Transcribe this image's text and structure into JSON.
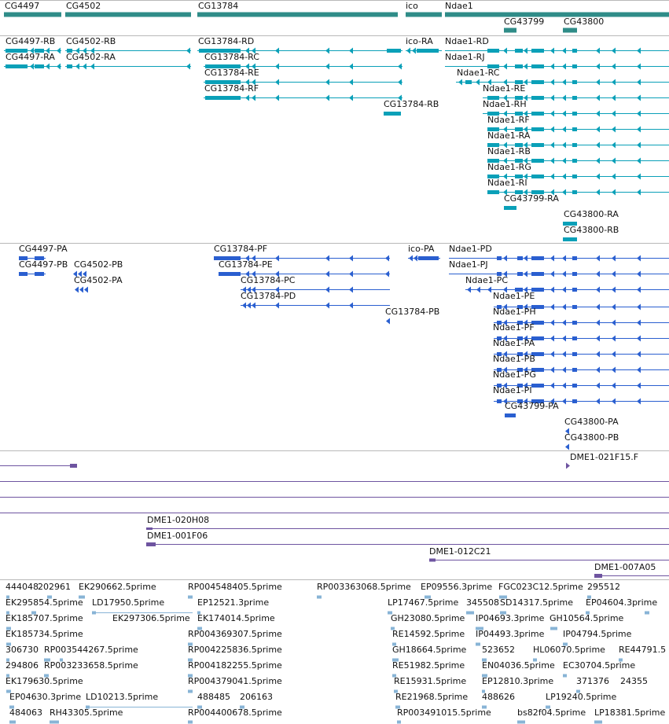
{
  "colors": {
    "gene": "#2f8c88",
    "transcript": "#0aa0b8",
    "protein": "#2a5fd0",
    "clone": "#6e54a0",
    "est": "#88b4d6",
    "separator": "#b8b8b8"
  },
  "genes": [
    {
      "label": "CG4497"
    },
    {
      "label": "CG4502"
    },
    {
      "label": "CG13784"
    },
    {
      "label": "ico"
    },
    {
      "label": "Ndae1"
    },
    {
      "label": "CG43799"
    },
    {
      "label": "CG43800"
    }
  ],
  "transcripts": [
    {
      "label": "CG4497-RB"
    },
    {
      "label": "CG4497-RA"
    },
    {
      "label": "CG4502-RB"
    },
    {
      "label": "CG4502-RA"
    },
    {
      "label": "CG13784-RD"
    },
    {
      "label": "CG13784-RC"
    },
    {
      "label": "CG13784-RE"
    },
    {
      "label": "CG13784-RF"
    },
    {
      "label": "CG13784-RB"
    },
    {
      "label": "ico-RA"
    },
    {
      "label": "Ndae1-RD"
    },
    {
      "label": "Ndae1-RJ"
    },
    {
      "label": "Ndae1-RC"
    },
    {
      "label": "Ndae1-RE"
    },
    {
      "label": "Ndae1-RH"
    },
    {
      "label": "Ndae1-RF"
    },
    {
      "label": "Ndae1-RA"
    },
    {
      "label": "Ndae1-RB"
    },
    {
      "label": "Ndae1-RG"
    },
    {
      "label": "Ndae1-RI"
    },
    {
      "label": "CG43799-RA"
    },
    {
      "label": "CG43800-RA"
    },
    {
      "label": "CG43800-RB"
    }
  ],
  "proteins": [
    {
      "label": "CG4497-PA"
    },
    {
      "label": "CG4497-PB"
    },
    {
      "label": "CG4502-PB"
    },
    {
      "label": "CG4502-PA"
    },
    {
      "label": "CG13784-PF"
    },
    {
      "label": "CG13784-PE"
    },
    {
      "label": "CG13784-PC"
    },
    {
      "label": "CG13784-PD"
    },
    {
      "label": "CG13784-PB"
    },
    {
      "label": "ico-PA"
    },
    {
      "label": "Ndae1-PD"
    },
    {
      "label": "Ndae1-PJ"
    },
    {
      "label": "Ndae1-PC"
    },
    {
      "label": "Ndae1-PE"
    },
    {
      "label": "Ndae1-PH"
    },
    {
      "label": "Ndae1-PF"
    },
    {
      "label": "Ndae1-PA"
    },
    {
      "label": "Ndae1-PB"
    },
    {
      "label": "Ndae1-PG"
    },
    {
      "label": "Ndae1-PI"
    },
    {
      "label": "CG43799-PA"
    },
    {
      "label": "CG43800-PA"
    },
    {
      "label": "CG43800-PB"
    }
  ],
  "clones": [
    {
      "label": "DME1-021F15.F"
    },
    {
      "label": "DME1-020H08"
    },
    {
      "label": "DME1-001F06"
    },
    {
      "label": "DME1-012C21"
    },
    {
      "label": "DME1-007A05"
    }
  ],
  "ests": [
    "444048",
    "202961",
    "EK290662.5prime",
    "RP004548405.5prime",
    "RP003363068.5prime",
    "EP09556.3prime",
    "FGC023C12.5prime",
    "295512",
    "EK295854.5prime",
    "LD17950.5prime",
    "EP12521.3prime",
    "LP17467.5prime",
    "345508",
    "SD14317.5prime",
    "EP04604.3prime",
    "EK185707.5prime",
    "EK297306.5prime",
    "EK174014.5prime",
    "GH23080.5prime",
    "IP04693.3prime",
    "GH10564.5prime",
    "EK185734.5prime",
    "RP004369307.5prime",
    "RE14592.5prime",
    "IP04493.3prime",
    "IP04794.5prime",
    "306730",
    "RP003544267.5prime",
    "RP004225836.5prime",
    "GH18664.5prime",
    "523652",
    "HL06070.5prime",
    "RE44791.5",
    "294806",
    "RP003233658.5prime",
    "RP004182255.5prime",
    "RE51982.5prime",
    "EN04036.5prime",
    "EC30704.5prime",
    "EK179630.5prime",
    "RP004379041.5prime",
    "RE15931.5prime",
    "EP12810.3prime",
    "371376",
    "24355",
    "EP04630.3prime",
    "LD10213.5prime",
    "488485",
    "206163",
    "RE21968.5prime",
    "488626",
    "LP19240.5prime",
    "484063",
    "RH43305.5prime",
    "RP004400678.5prime",
    "RP003491015.5prime",
    "bs82f04.5prime",
    "LP18381.5prime"
  ]
}
